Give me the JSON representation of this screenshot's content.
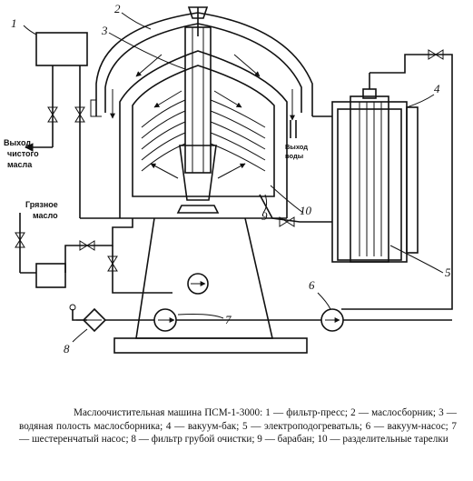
{
  "labels": {
    "l1": "1",
    "l2": "2",
    "l3": "3",
    "l4": "4",
    "l5": "5",
    "l6": "6",
    "l7": "7",
    "l8": "8",
    "l9": "9",
    "l10": "10"
  },
  "text": {
    "clean_oil_1": "Выход",
    "clean_oil_2": "чистого",
    "clean_oil_3": "масла",
    "dirty_oil_1": "Грязное",
    "dirty_oil_2": "масло",
    "water_1": "Выход",
    "water_2": "воды"
  },
  "caption": "Маслоочистительная машина ПСМ-1-3000: 1 — фильтр-пресс; 2 — маслосборник; 3 — водяная полость маслосборника; 4 — вакуум-бак; 5 — электроподогреватьль; 6 — вакуум-насос; 7 — шестеренчатый насос; 8 — фильтр грубой очистки; 9 — барабан; 10 — разделительные тарелки"
}
